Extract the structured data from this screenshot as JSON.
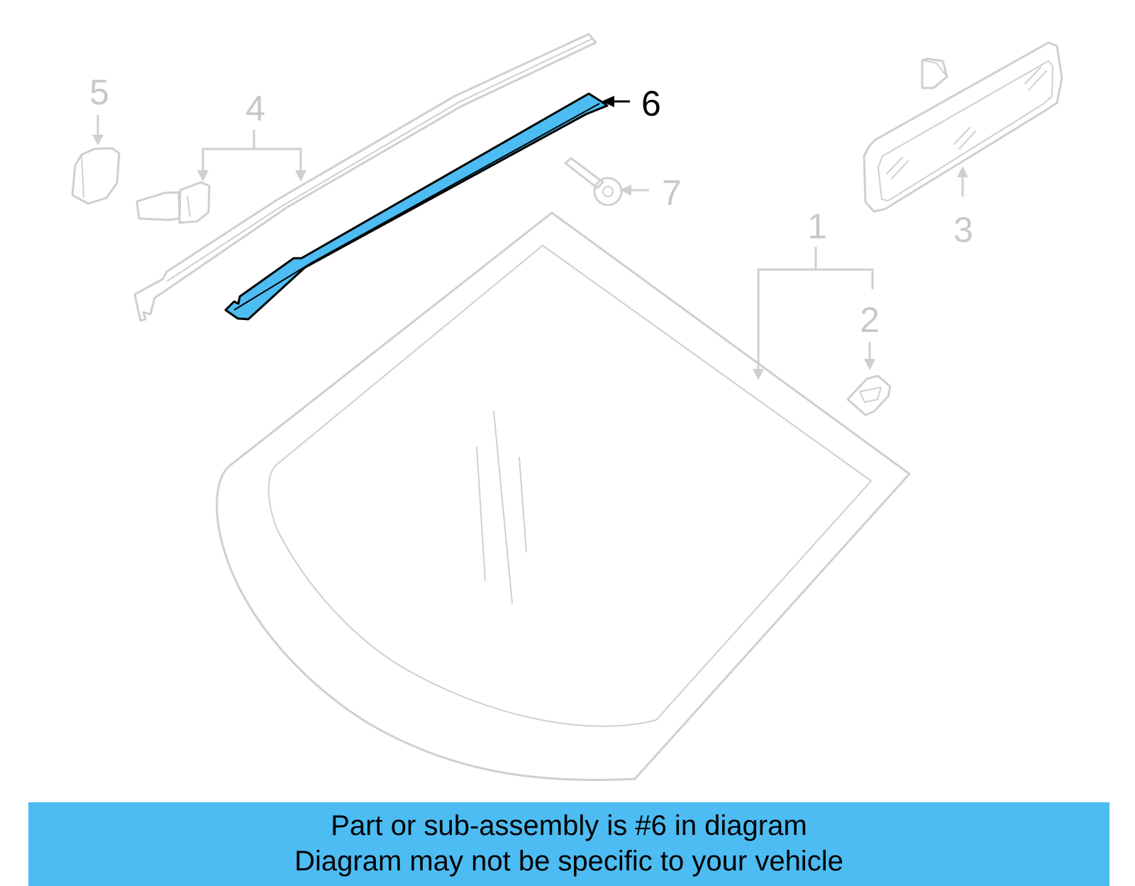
{
  "callouts": {
    "c1": "1",
    "c2": "2",
    "c3": "3",
    "c4": "4",
    "c5": "5",
    "c6": "6",
    "c7": "7"
  },
  "highlight_color": "#4dbcf2",
  "caption": {
    "line1": "Part or sub-assembly is #6 in diagram",
    "line2": "Diagram may not be specific to your vehicle"
  }
}
